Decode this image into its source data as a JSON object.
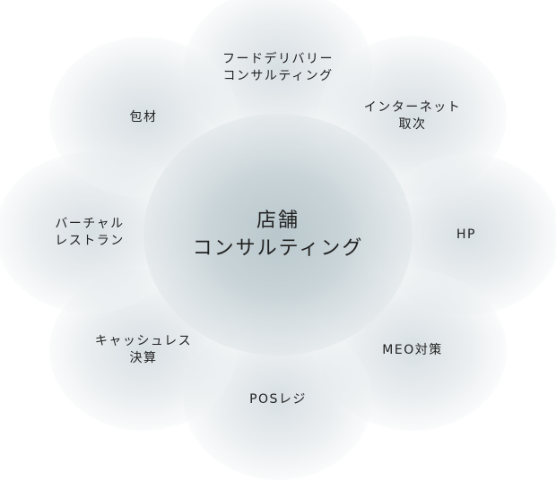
{
  "center": {
    "line1": "店舗",
    "line2": "コンサルティング"
  },
  "satellites": [
    {
      "line1": "フードデリバリー",
      "line2": "コンサルティング"
    },
    {
      "line1": "インターネット",
      "line2": "取次"
    },
    {
      "line1": "HP"
    },
    {
      "line1": "MEO対策"
    },
    {
      "line1": "POSレジ"
    },
    {
      "line1": "キャッシュレス",
      "line2": "決算"
    },
    {
      "line1": "バーチャル",
      "line2": "レストラン"
    },
    {
      "line1": "包材"
    }
  ],
  "colors": {
    "center": "#b9c7cc",
    "satellite": "#dde3e6",
    "text": "#222222"
  }
}
